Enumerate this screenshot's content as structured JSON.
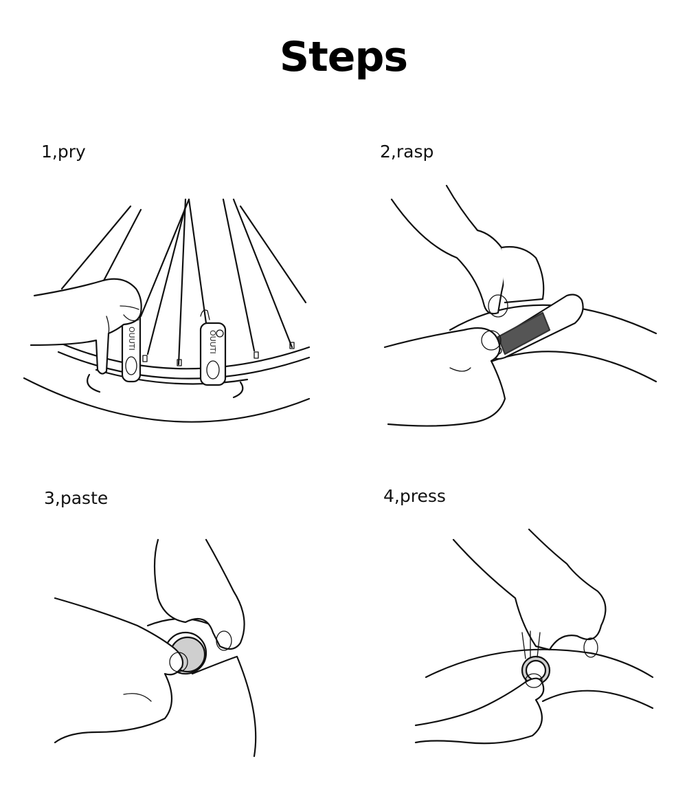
{
  "page": {
    "title": "Steps"
  },
  "steps": [
    {
      "label": "1,pry"
    },
    {
      "label": "2,rasp"
    },
    {
      "label": "3,paste"
    },
    {
      "label": "4,press"
    }
  ],
  "tool": {
    "brand_text": "OUUTI"
  }
}
